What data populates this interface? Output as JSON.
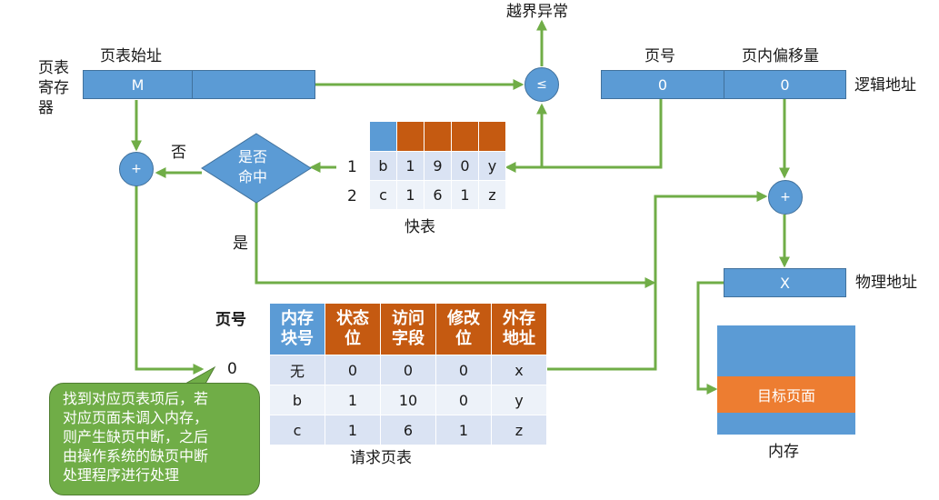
{
  "labels": {
    "overflow": "越界异常",
    "page_table_start": "页表始址",
    "page_reg": "页表\n寄存\n器",
    "page_no_header": "页号",
    "offset_header": "页内偏移量",
    "logical_addr": "逻辑地址",
    "hit_q": "是否\n命中",
    "no": "否",
    "yes": "是",
    "tlb_caption": "快表",
    "physical_addr": "物理地址",
    "page_no_label": "页号",
    "memory": "内存",
    "request_table": "请求页表"
  },
  "registers": {
    "page_reg_value": "M",
    "page_no_value": "0",
    "offset_value": "0",
    "physical_value": "X",
    "target_page": "目标页面"
  },
  "ops": {
    "compare": "≤",
    "add": "+"
  },
  "tlb": {
    "row_indices": [
      "1",
      "2"
    ],
    "rows": [
      [
        "b",
        "1",
        "9",
        "0",
        "y"
      ],
      [
        "c",
        "1",
        "6",
        "1",
        "z"
      ]
    ]
  },
  "page_table": {
    "headers": [
      "内存\n块号",
      "状态\n位",
      "访问\n字段",
      "修改\n位",
      "外存\n地址"
    ],
    "row_label": "0",
    "rows": [
      [
        "无",
        "0",
        "0",
        "0",
        "x"
      ],
      [
        "b",
        "1",
        "10",
        "0",
        "y"
      ],
      [
        "c",
        "1",
        "6",
        "1",
        "z"
      ]
    ]
  },
  "callout": "找到对应页表项后，若\n对应页面未调入内存，\n则产生缺页中断，之后\n由操作系统的缺页中断\n处理程序进行处理",
  "colors": {
    "box": "#5b9bd5",
    "header": "#c55a11",
    "arrow": "#70ad47",
    "target": "#ed7d31"
  }
}
